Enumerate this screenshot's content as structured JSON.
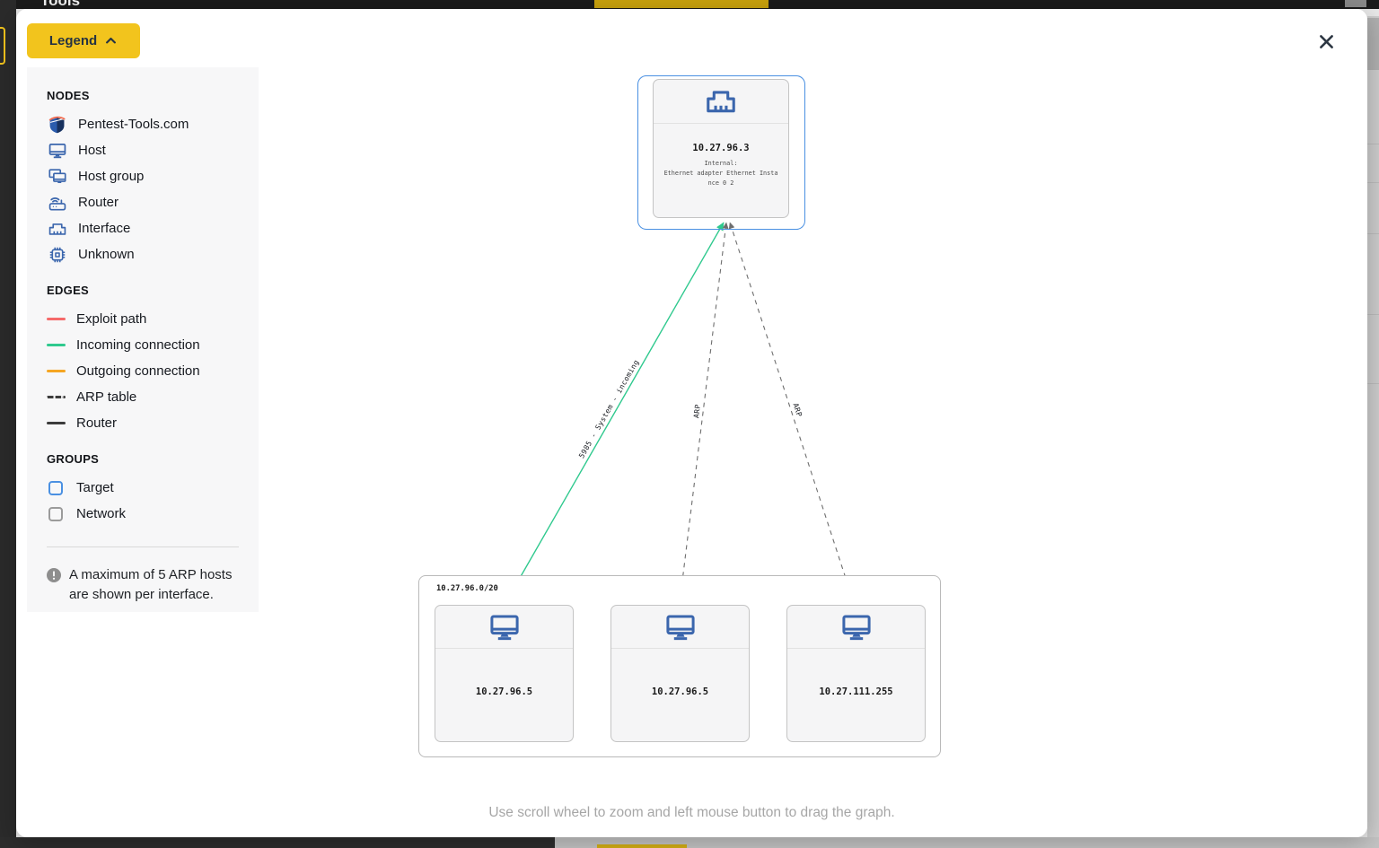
{
  "background": {
    "top_bar_title": "Tools"
  },
  "colors": {
    "accent_yellow": "#f2c41d",
    "node_blue": "#3b66ad",
    "target_blue": "#4a90e2",
    "incoming_green": "#2fc98e",
    "exploit_red": "#f56a6a",
    "outgoing_orange": "#f5a623",
    "edge_dark": "#3c3c3c"
  },
  "modal": {
    "legend_button": {
      "label": "Legend"
    },
    "legend_panel": {
      "nodes_header": "NODES",
      "nodes": [
        {
          "icon": "pentest-tools-logo",
          "label": "Pentest-Tools.com"
        },
        {
          "icon": "monitor",
          "label": "Host"
        },
        {
          "icon": "host-group",
          "label": "Host group"
        },
        {
          "icon": "router",
          "label": "Router"
        },
        {
          "icon": "ethernet-interface",
          "label": "Interface"
        },
        {
          "icon": "chip",
          "label": "Unknown"
        }
      ],
      "edges_header": "EDGES",
      "edges": [
        {
          "label": "Exploit path",
          "color": "#f56a6a",
          "style": "solid"
        },
        {
          "label": "Incoming connection",
          "color": "#2fc98e",
          "style": "solid"
        },
        {
          "label": "Outgoing connection",
          "color": "#f5a623",
          "style": "solid"
        },
        {
          "label": "ARP table",
          "color": "#3c3c3c",
          "style": "dashed"
        },
        {
          "label": "Router",
          "color": "#3c3c3c",
          "style": "solid"
        }
      ],
      "groups_header": "GROUPS",
      "groups": [
        {
          "label": "Target",
          "color": "#4a90e2"
        },
        {
          "label": "Network",
          "color": "#9b9b9b"
        }
      ],
      "note": "A maximum of 5 ARP hosts are shown per interface."
    },
    "graph": {
      "interface_node": {
        "ip": "10.27.96.3",
        "detail_line1": "Internal:",
        "detail_line2": "Ethernet adapter Ethernet Insta",
        "detail_line3": "nce 0 2"
      },
      "network_group": {
        "label": "10.27.96.0/20"
      },
      "hosts": [
        {
          "ip": "10.27.96.5"
        },
        {
          "ip": "10.27.96.5"
        },
        {
          "ip": "10.27.111.255"
        }
      ],
      "edge_labels": {
        "incoming": "5985 - System - incoming",
        "arp1": "ARP",
        "arp2": "ARP"
      }
    },
    "footer_hint": "Use scroll wheel to zoom and left mouse button to drag the graph."
  }
}
